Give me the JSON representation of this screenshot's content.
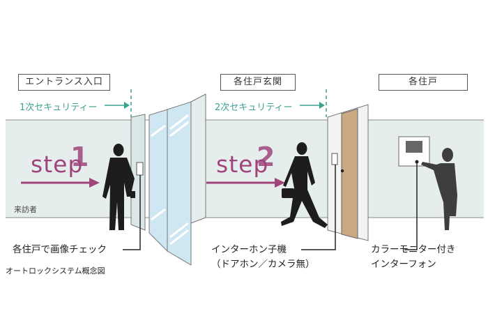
{
  "zones": {
    "entrance_label": "エントランス入口",
    "front_door_label": "各住戸玄関",
    "unit_label": "各住戸"
  },
  "security": {
    "first": "1次セキュリティー",
    "second": "2次セキュリティー"
  },
  "steps": {
    "word": "step",
    "step1_number": "1",
    "step2_number": "2"
  },
  "visitor_label": "来訪者",
  "captions": {
    "entrance_check": "各住戸で画像チェック",
    "intercom_line1": "インターホン子機",
    "intercom_line2": "（ドアホン／カメラ無）",
    "monitor_line1": "カラーモニター付き",
    "monitor_line2": "インターフォン"
  },
  "footer_title": "オートロックシステム概念図",
  "colors": {
    "accent_step": "#a0457b",
    "security_green": "#3aa28f",
    "wall": "#e6eeed",
    "glass": "#cfe6f3",
    "door_wood": "#c9a882"
  }
}
